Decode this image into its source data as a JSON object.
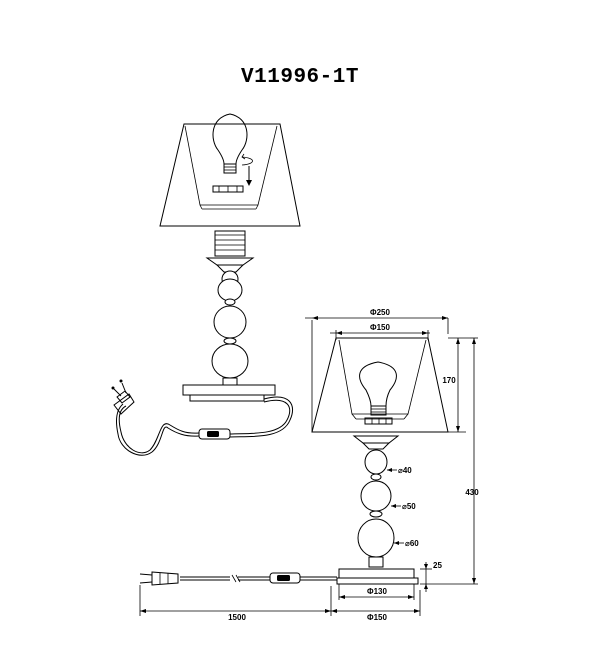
{
  "model": "V11996-1T",
  "dimensions": {
    "shade_top_diameter": "Φ250",
    "shade_bottom_diameter": "Φ150",
    "shade_height": "170",
    "total_height": "430",
    "ball_small": "⌀40",
    "ball_medium": "⌀50",
    "ball_large": "⌀60",
    "base_height": "25",
    "base_diameter": "Φ130",
    "base_outer_diameter": "Φ150",
    "cable_length": "1500"
  }
}
